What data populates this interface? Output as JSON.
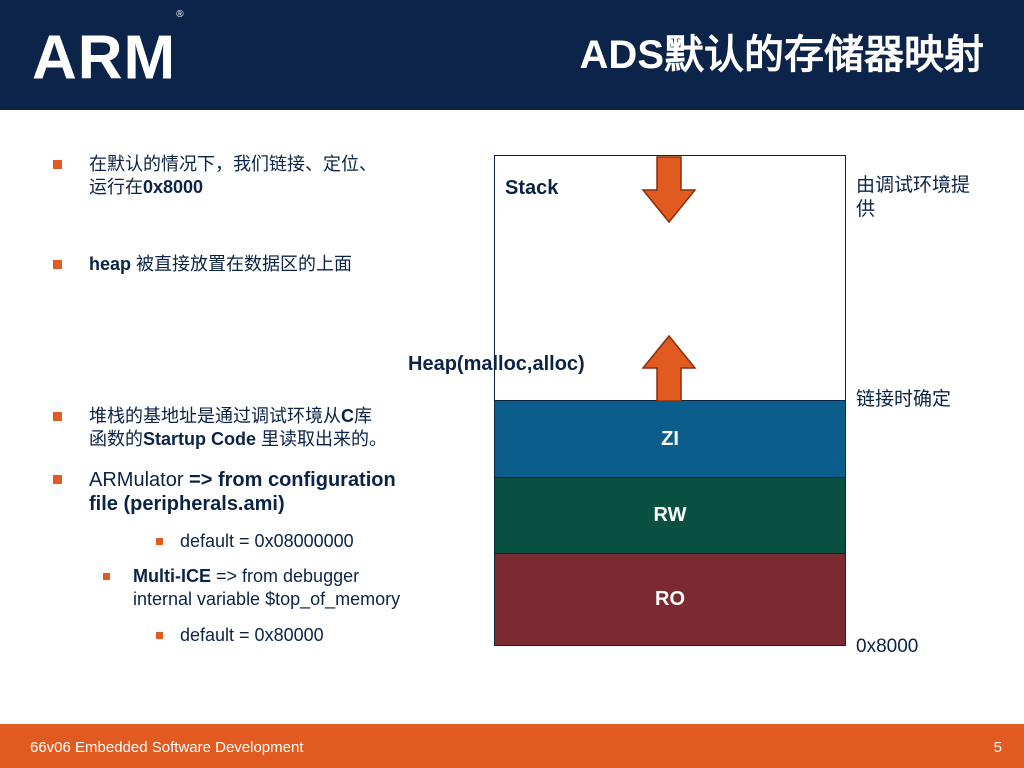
{
  "header": {
    "logo": "ARM",
    "logo_mark": "®",
    "title": "ADS默认的存储器映射"
  },
  "bullets": {
    "b1_line1": "在默认的情况下，我们链接、定位、",
    "b1_line2_prefix": "运行在",
    "b1_line2_bold": "0x8000",
    "b2_bold": "heap",
    "b2_rest": " 被直接放置在数据区的上面",
    "b3_line1_prefix": "堆栈的基地址是通过调试环境从",
    "b3_line1_bold": "C",
    "b3_line1_suffix": "库",
    "b3_line2_prefix": "函数的",
    "b3_line2_bold": "Startup Code",
    "b3_line2_suffix": " 里读取出来的。",
    "b4_prefix": "ARMulator ",
    "b4_bold_line1": "=> from configuration",
    "b4_bold_line2": "file (peripherals.ami)",
    "b4_sub": "default = 0x08000000",
    "b5_bold": "Multi-ICE",
    "b5_rest_line1": " => from debugger",
    "b5_rest_line2": "internal variable $top_of_memory",
    "b5_sub": "default = 0x80000"
  },
  "memory_map": {
    "stack_label": "Stack",
    "heap_label": "Heap(malloc,alloc)",
    "regions": [
      {
        "label": "ZI",
        "color": "#0b5d8c"
      },
      {
        "label": "RW",
        "color": "#0a5040"
      },
      {
        "label": "RO",
        "color": "#7a2a30"
      }
    ],
    "arrow_color": "#e15a1f",
    "annotations": {
      "debug_line1": "由调试环境提",
      "debug_line2": "供",
      "link": "链接时确定",
      "base_address": "0x8000"
    }
  },
  "footer": {
    "course": "66v06 Embedded Software Development",
    "page": "5"
  },
  "colors": {
    "header_bg": "#0c2449",
    "footer_bg": "#e15a1f",
    "bullet_marker": "#e15a1f",
    "text": "#0b2346"
  }
}
